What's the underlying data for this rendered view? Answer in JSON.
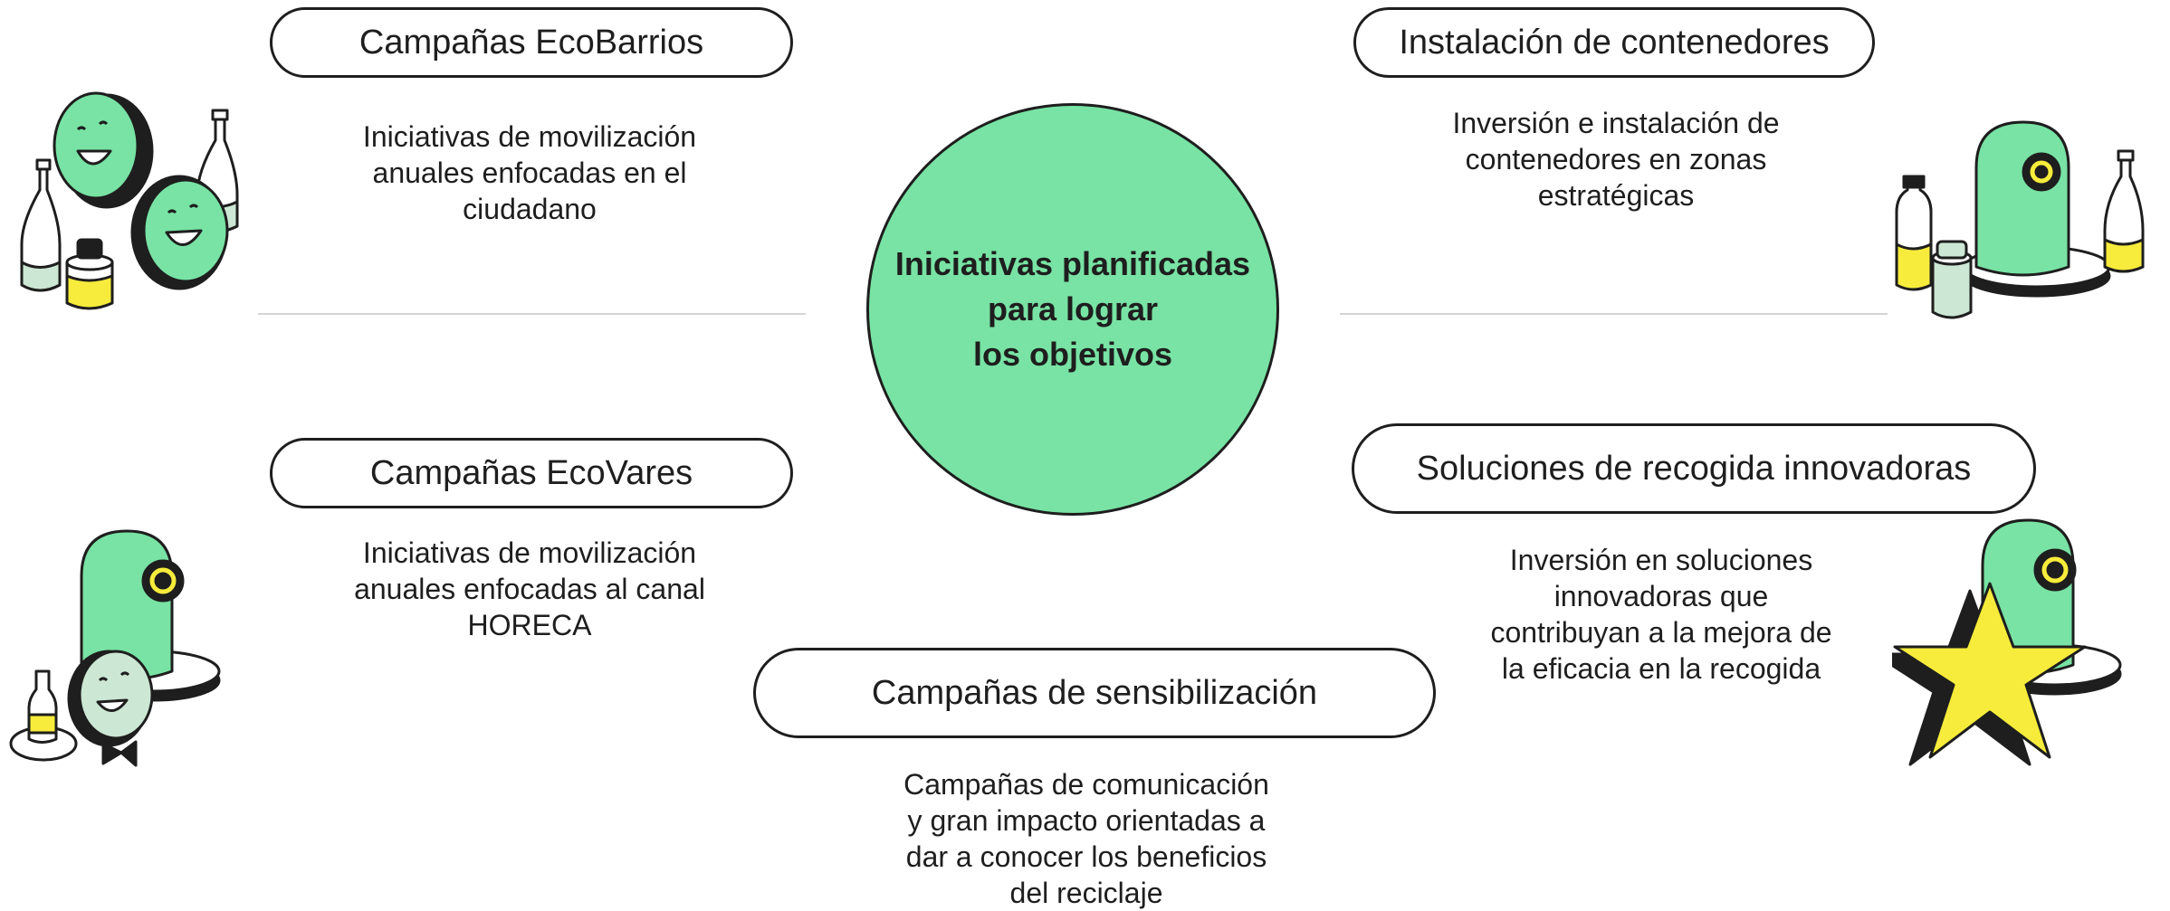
{
  "colors": {
    "accent_green": "#78e3a4",
    "accent_yellow": "#f7ec3b",
    "light_green": "#cce7d3",
    "outline": "#1e1e1e"
  },
  "center": {
    "title": "Iniciativas planificadas\npara lograr\nlos objetivos"
  },
  "initiatives": [
    {
      "title": "Campañas EcoBarrios",
      "description": "Iniciativas de movilización\nanuales enfocadas en el\nciudadano",
      "icon": "smiling-bottle-caps-icon"
    },
    {
      "title": "Instalación de contenedores",
      "description": "Inversión e instalación de\ncontenedores en zonas\nestratégicas",
      "icon": "container-with-bottles-icon"
    },
    {
      "title": "Campañas EcoVares",
      "description": "Iniciativas de movilización\nanuales enfocadas al canal\nHORECA",
      "icon": "container-with-waiter-icon"
    },
    {
      "title": "Soluciones de recogida innovadoras",
      "description": "Inversión en soluciones\ninnovadoras que\ncontribuyan a la mejora de\nla eficacia en la recogida",
      "icon": "container-with-star-icon"
    },
    {
      "title": "Campañas de sensibilización",
      "description": "Campañas de comunicación\ny gran impacto orientadas a\ndar a conocer los beneficios\ndel reciclaje",
      "icon": ""
    }
  ]
}
